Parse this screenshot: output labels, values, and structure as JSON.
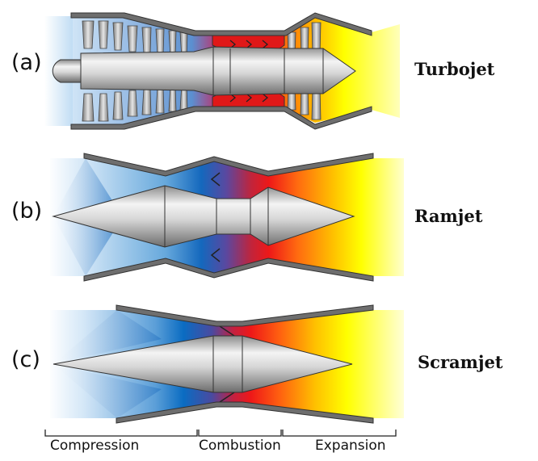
{
  "panels": [
    {
      "letter": "(a)",
      "name": "Turbojet"
    },
    {
      "letter": "(b)",
      "name": "Ramjet"
    },
    {
      "letter": "(c)",
      "name": "Scramjet"
    }
  ],
  "stages": [
    "Compression",
    "Combustion",
    "Expansion"
  ],
  "colors": {
    "cold": "#0a6fc4",
    "combustion": "#e8141e",
    "exhaust": "#ffff00",
    "casing": "#6e6e6e"
  }
}
